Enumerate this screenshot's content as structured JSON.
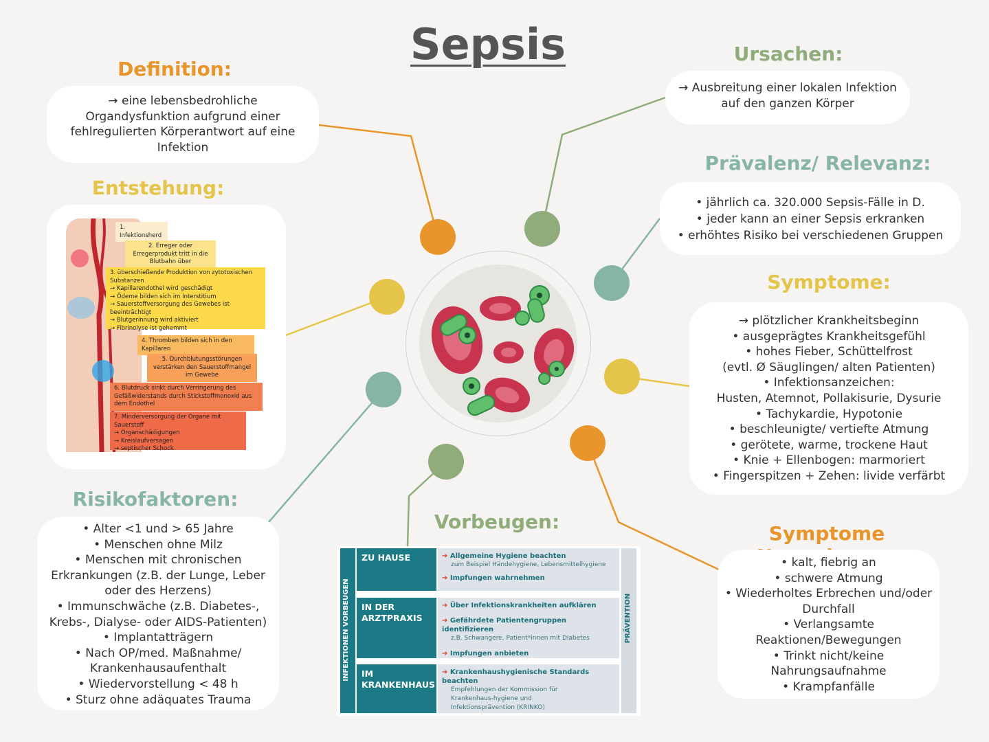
{
  "title": "Sepsis",
  "colors": {
    "orange": "#e8952b",
    "green": "#8fac7a",
    "teal": "#86b5a4",
    "yellow": "#e5c44a",
    "gray_text": "#555555"
  },
  "definition": {
    "heading": "Definition:",
    "lines": [
      "→ eine lebensbedrohliche",
      "Organdysfunktion aufgrund einer",
      "fehlregulierten Körperantwort auf eine",
      "Infektion"
    ]
  },
  "ursachen": {
    "heading": "Ursachen:",
    "lines": [
      "→ Ausbreitung einer lokalen Infektion",
      "auf den ganzen Körper"
    ]
  },
  "praevalenz": {
    "heading": "Prävalenz/ Relevanz:",
    "lines": [
      "• jährlich ca. 320.000 Sepsis-Fälle in D.",
      "• jeder kann an einer Sepsis erkranken",
      "• erhöhtes Risiko bei verschiedenen Gruppen"
    ]
  },
  "entstehung": {
    "heading": "Entstehung:",
    "steps": [
      "1. Infektionsherd",
      "2. Erreger oder Erregerprodukt tritt in die Blutbahn über",
      "3. überschießende Produktion von zytotoxischen Substanzen",
      "→ Kapillarendothel wird geschädigt",
      "→ Ödeme bilden sich im Interstitium",
      "→ Sauerstoffversorgung des Gewebes ist beeinträchtigt",
      "→ Blutgerinnung wird aktiviert",
      "→ Fibrinolyse ist gehemmt",
      "4. Thromben bilden sich in den Kapillaren",
      "5. Durchblutungsstörungen verstärken den Sauerstoffmangel im Gewebe",
      "6. Blutdruck sinkt durch Verringerung des Gefäßwiderstands durch Stickstoffmonoxid aus dem Endothel",
      "7. Minderversorgung der Organe mit Sauerstoff",
      "→ Organschädigungen",
      "→ Kreislaufversagen",
      "→ septischer Schock"
    ]
  },
  "symptome": {
    "heading": "Symptome:",
    "lines": [
      "→ plötzlicher Krankheitsbeginn",
      "• ausgeprägtes Krankheitsgefühl",
      "• hohes Fieber, Schüttelfrost",
      "(evtl. Ø Säuglingen/ alten Patienten)",
      "• Infektionsanzeichen:",
      "Husten, Atemnot, Pollakisurie, Dysurie",
      "• Tachykardie, Hypotonie",
      "• beschleunigte/ vertiefte Atmung",
      "• gerötete, warme, trockene Haut",
      "• Knie + Ellenbogen: marmoriert",
      "• Fingerspitzen + Zehen: livide verfärbt"
    ]
  },
  "risikofaktoren": {
    "heading": "Risikofaktoren:",
    "lines": [
      "• Alter <1 und > 65 Jahre",
      "• Menschen ohne Milz",
      "• Menschen mit chronischen",
      "Erkrankungen (z.B. der Lunge, Leber",
      "oder des Herzens)",
      "• Immunschwäche (z.B. Diabetes-,",
      "Krebs-, Dialyse- oder AIDS-Patienten)",
      "• Implantatträgern",
      "• Nach OP/med. Maßnahme/",
      "Krankenhausaufenthalt",
      "• Wiedervorstellung < 48 h",
      "• Sturz ohne adäquates Trauma"
    ]
  },
  "vorbeugen": {
    "heading": "Vorbeugen:",
    "side_label": "INFEKTIONEN VORBEUGEN",
    "right_label": "PRÄVENTION",
    "rows": [
      {
        "category": "ZU HAUSE",
        "items": [
          {
            "text": "Allgemeine Hygiene beachten",
            "sub": "zum Beispiel Händehygiene, Lebensmittelhygiene"
          },
          {
            "text": "Impfungen wahrnehmen",
            "sub": ""
          }
        ]
      },
      {
        "category": "IN DER ARZTPRAXIS",
        "items": [
          {
            "text": "Über Infektionskrankheiten aufklären",
            "sub": ""
          },
          {
            "text": "Gefährdete Patientengruppen identifizieren",
            "sub": "z.B. Schwangere, Patient*innen mit Diabetes"
          },
          {
            "text": "Impfungen anbieten",
            "sub": ""
          }
        ]
      },
      {
        "category": "IM KRANKENHAUS",
        "items": [
          {
            "text": "Krankenhaushygienische Standards beachten",
            "sub": "Empfehlungen der Kommission für Krankenhaus-hygiene und Infektionsprävention (KRINKO)"
          }
        ]
      }
    ]
  },
  "neugeboren": {
    "heading": "Symptome Neugeboren:",
    "lines": [
      "• kalt, fiebrig an",
      "• schwere Atmung",
      "• Wiederholtes Erbrechen und/oder",
      "Durchfall",
      "• Verlangsamte",
      "Reaktionen/Bewegungen",
      "• Trinkt nicht/keine",
      "Nahrungsaufnahme",
      "• Krampfanfälle"
    ]
  }
}
